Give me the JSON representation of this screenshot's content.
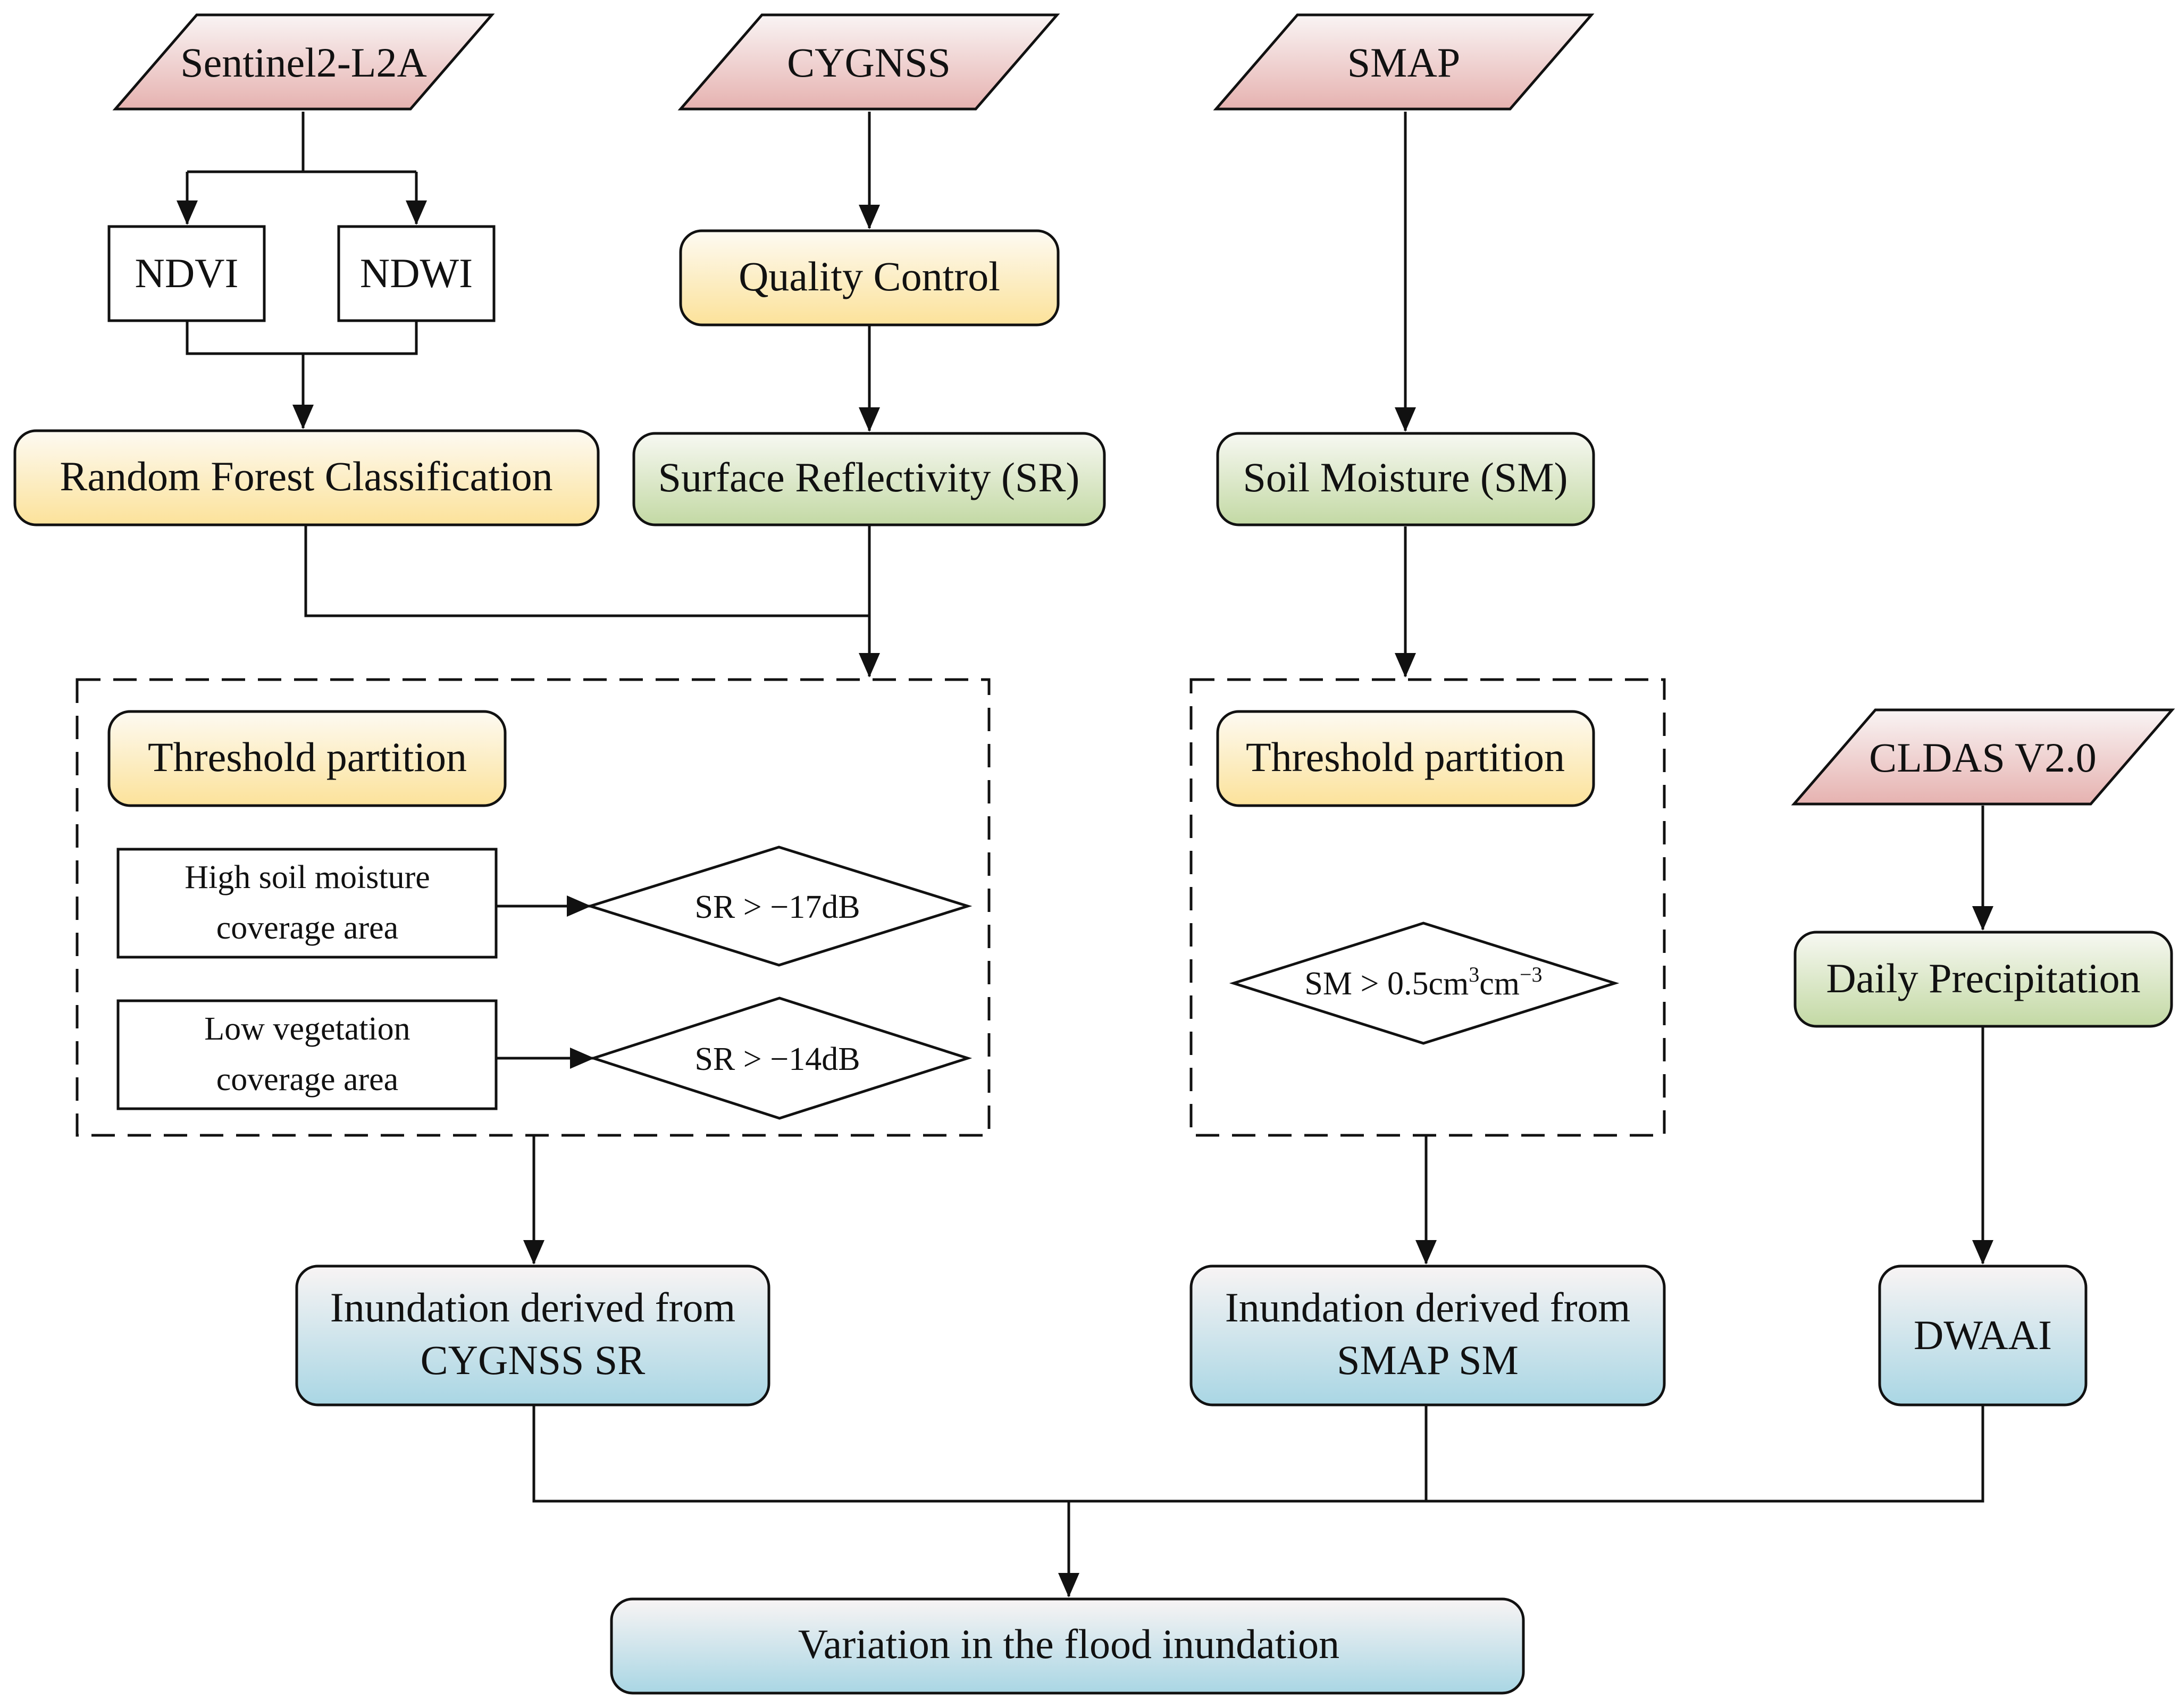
{
  "inputs": {
    "sentinel": "Sentinel2-L2A",
    "cygnss": "CYGNSS",
    "smap": "SMAP",
    "cldas": "CLDAS V2.0"
  },
  "indices": {
    "ndvi": "NDVI",
    "ndwi": "NDWI"
  },
  "steps": {
    "random_forest": "Random Forest Classification",
    "quality_control": "Quality Control",
    "surface_reflectivity": "Surface Reflectivity (SR)",
    "soil_moisture": "Soil Moisture (SM)",
    "daily_precipitation": "Daily Precipitation"
  },
  "left_group": {
    "title": "Threshold partition",
    "high_area_line1": "High soil moisture",
    "high_area_line2": "coverage area",
    "high_condition": "SR > −17dB",
    "low_area_line1": "Low vegetation",
    "low_area_line2": "coverage area",
    "low_condition": "SR > −14dB"
  },
  "mid_group": {
    "title": "Threshold partition",
    "condition_prefix": "SM > 0.5cm",
    "condition_sup1": "3",
    "condition_mid": "cm",
    "condition_sup2": "−3"
  },
  "outputs": {
    "cygnss_line1": "Inundation derived from",
    "cygnss_line2": "CYGNSS SR",
    "smap_line1": "Inundation derived from",
    "smap_line2": "SMAP SM",
    "dwaai": "DWAAI",
    "final": "Variation in the flood inundation"
  },
  "colors": {
    "input_fill_top": "#f9f4f4",
    "input_fill_bottom": "#e6b2b0",
    "process_fill_top": "#fdfaf2",
    "process_fill_bottom": "#fce29a",
    "product_fill_top": "#f7f8f2",
    "product_fill_bottom": "#c3d9a4",
    "output_fill_top": "#f8f4f4",
    "output_fill_bottom": "#a9d6e4",
    "stroke": "#111111"
  }
}
